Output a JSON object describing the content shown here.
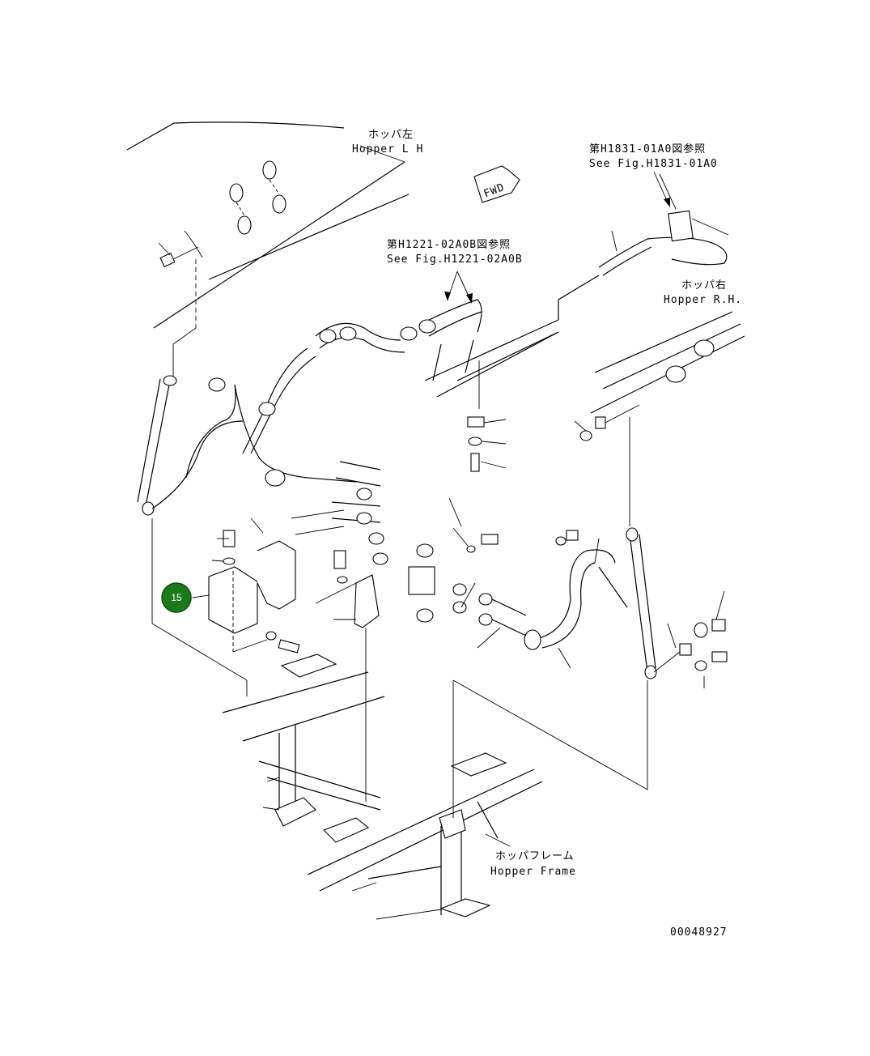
{
  "labels": {
    "hopper_lh_jp": "ホッパ左",
    "hopper_lh_en": "Hopper L H",
    "fig_h1831_jp": "第H1831-01A0図参照",
    "fig_h1831_en": "See Fig.H1831-01A0",
    "fig_h1221_jp": "第H1221-02A0B図参照",
    "fig_h1221_en": "See Fig.H1221-02A0B",
    "fwd": "FWD",
    "hopper_rh_jp": "ホッパ右",
    "hopper_rh_en": "Hopper R.H.",
    "hopper_frame_jp": "ホッパフレーム",
    "hopper_frame_en": "Hopper Frame",
    "drawing_number": "00048927"
  },
  "callouts": [
    {
      "number": "15",
      "color": "#1a7a1a"
    }
  ]
}
